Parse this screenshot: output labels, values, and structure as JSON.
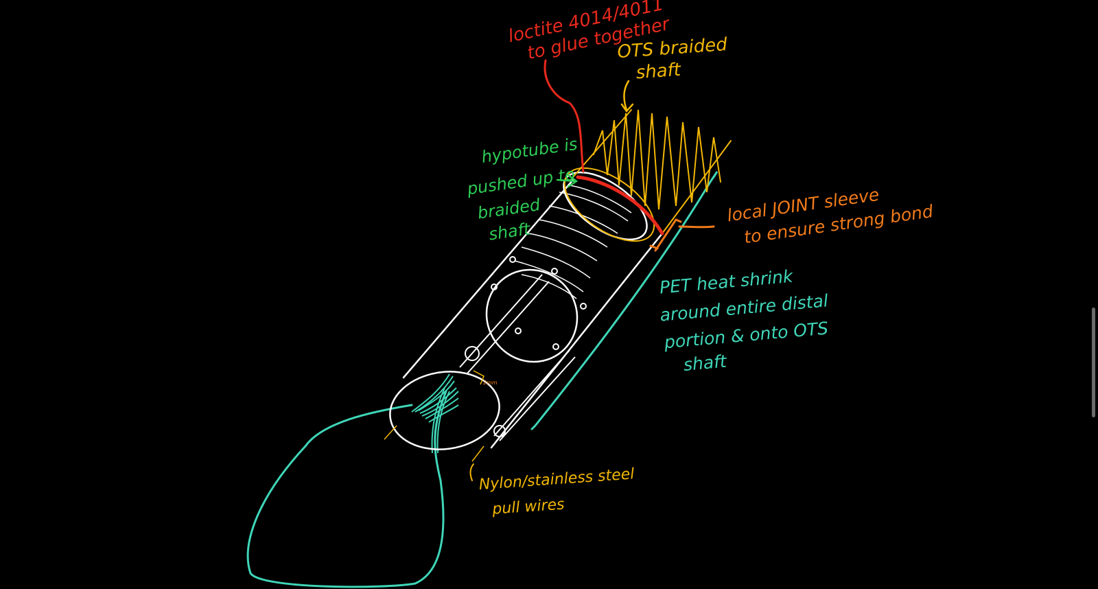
{
  "colors": {
    "background": "#000000",
    "white_ink": "#ffffff",
    "red_ink": "#e8291c",
    "yellow_ink": "#f2b705",
    "green_ink": "#2ecc55",
    "orange_ink": "#f07a1a",
    "teal_ink": "#3fd6b8"
  },
  "annotations": {
    "loctite": [
      "loctite 4014/4011",
      "to glue together"
    ],
    "ots_braided": [
      "OTS braided",
      "shaft"
    ],
    "hypotube": [
      "hypotube is",
      "pushed up to",
      "braided",
      "shaft"
    ],
    "local_joint": [
      "local JOINT sleeve",
      "to ensure strong bond"
    ],
    "pet_heat_shrink": [
      "PET heat shrink",
      "around entire distal",
      "portion & onto OTS",
      "shaft"
    ],
    "pull_wires": [
      "Nylon/stainless steel",
      "pull wires"
    ],
    "dimension": "2mm"
  }
}
